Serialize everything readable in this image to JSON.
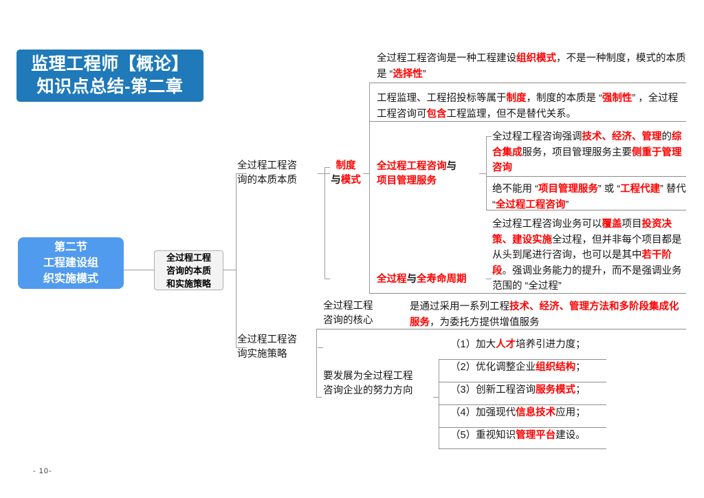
{
  "page": {
    "page_number": "- 10-",
    "accent_blue_dark": "#2079B8",
    "accent_blue_light": "#519BEE",
    "highlight_red": "#FF0000",
    "box_gray": "#F3F3F3",
    "line_gray": "#9B9B9B"
  },
  "title": {
    "line1": "监理工程师【概论】",
    "line2": "知识点总结-第二章"
  },
  "root": {
    "line1": "第二节",
    "line2": "工程建设组",
    "line3": "织实施模式"
  },
  "branch_main": {
    "line1": "全过程工程",
    "line2": "咨询的本质",
    "line3": "和实施策略"
  },
  "branch_essence": {
    "line1": "全过程工程咨",
    "line2": "询的本质本质"
  },
  "branch_strategy": {
    "line1": "全过程工程咨",
    "line2": "询实施策略"
  },
  "topics": {
    "system_and_mode": {
      "line1_red": "制度",
      "line2_black": "与",
      "line2_red": "模式"
    },
    "consulting_vs_pm": {
      "line1_red": "全过程工程咨询",
      "line1_black": "与",
      "line2_red": "项目管理服务"
    },
    "whole_process_vs_lifecycle": {
      "red1": "全过程",
      "black1": "与",
      "red2": "全寿命周期"
    },
    "core": {
      "line1": "全过程工程",
      "line2": "咨询的核心"
    },
    "direction": {
      "line1": "要发展为全过程工程",
      "line2": "咨询企业的努力方向"
    }
  },
  "contents": {
    "mode_nature": {
      "p1": "全过程工程咨询是一种工程建设",
      "r1": "组织模式",
      "p2": "，不是一种制度，模式",
      "p3": "的本质是 “",
      "r2": "选择性",
      "p4": "”"
    },
    "supervision_system": {
      "p1": "工程监理、工程招投标等属于",
      "r1": "制度",
      "p2": "，制度的本质是 “",
      "r2": "强制性",
      "p3": "” ，",
      "p4": "全过程工程咨询可",
      "r3": "包含",
      "p5": "工程监理，但不是替代关系。"
    },
    "integration": {
      "p1": "全过程工程咨询强调",
      "r1": "技术、经济、管理",
      "p2": "的",
      "r2": "综合集成",
      "p3": "服务，项目管理服务主要",
      "r3": "侧重于管理咨询"
    },
    "no_substitute": {
      "p1": "绝不能用 “",
      "r1": "项目管理服务",
      "p2": "” 或 “",
      "r2": "工程代建",
      "p3": "” 替代 “",
      "r3": "全过程工程咨询",
      "p4": "”"
    },
    "coverage": {
      "p1": "全过程工程咨询业务可以",
      "r1": "覆盖",
      "p2": "项目",
      "r2": "投资决策、建设实施",
      "p3": "全过程，但并非每个项目都是从头到尾进行咨询，也可以是其中",
      "r3": "若干阶段",
      "p4": "。强调业务能力的提升，而不是强调业务范围的 “全过程”"
    },
    "core_text": {
      "p1": "是通过采用一系列工程",
      "r1": "技术、经济、管理方法和多阶段集成化服务",
      "p2": "，为委托方提供增值服务"
    }
  },
  "efforts": [
    {
      "num": "（1）",
      "pre": "加大",
      "hl": "人才",
      "post": "培养引进力度；"
    },
    {
      "num": "（2）",
      "pre": "优化调整企业",
      "hl": "组织结构",
      "post": "；"
    },
    {
      "num": "（3）",
      "pre": "创新工程咨询",
      "hl": "服务模式",
      "post": "；"
    },
    {
      "num": "（4）",
      "pre": "加强现代",
      "hl": "信息技术",
      "post": "应用；"
    },
    {
      "num": "（5）",
      "pre": "重视知识",
      "hl": "管理平台",
      "post": "建设。"
    }
  ]
}
